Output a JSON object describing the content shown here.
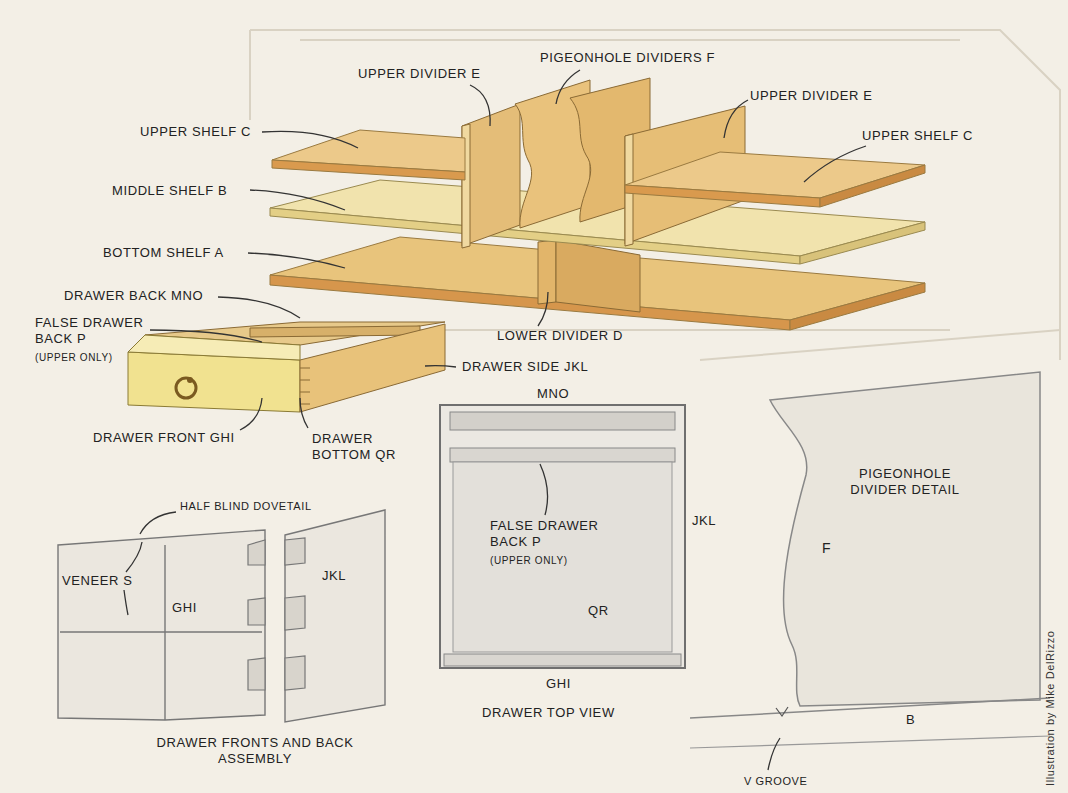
{
  "diagram": {
    "labels": [
      "UPPER DIVIDER E",
      "PIGEONHOLE DIVIDERS F",
      "UPPER DIVIDER E",
      "UPPER SHELF C",
      "UPPER SHELF C",
      "MIDDLE SHELF B",
      "BOTTOM SHELF A",
      "DRAWER BACK MNO",
      "FALSE DRAWER BACK P",
      "(UPPER ONLY)",
      "LOWER DIVIDER D",
      "DRAWER SIDE JKL",
      "DRAWER FRONT GHI",
      "DRAWER BOTTOM QR",
      "MNO",
      "FALSE DRAWER BACK P",
      "(UPPER ONLY)",
      "JKL",
      "QR",
      "GHI",
      "DRAWER TOP VIEW",
      "PIGEONHOLE DIVIDER DETAIL",
      "F",
      "B",
      "V GROOVE",
      "HALF BLIND DOVETAIL",
      "VENEER S",
      "GHI",
      "JKL",
      "DRAWER FRONTS AND BACK ASSEMBLY",
      "Illustration by Mike DelRizzo"
    ]
  }
}
